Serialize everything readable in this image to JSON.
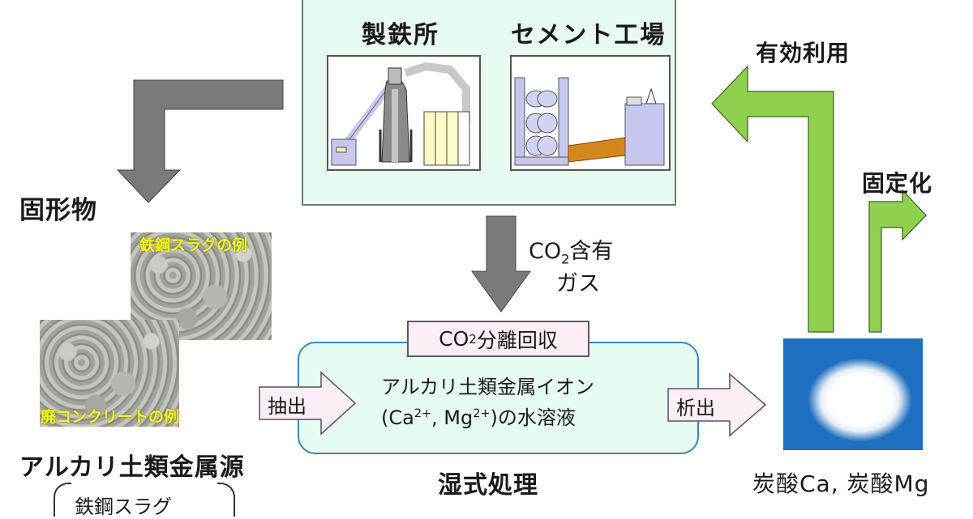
{
  "plants": {
    "steelworks_label": "製鉄所",
    "cement_label": "セメント工場"
  },
  "solids_label": "固形物",
  "photos": {
    "slag_caption": "鉄鋼スラグの例",
    "concrete_caption": "廃コンクリートの例"
  },
  "alkaline_source": {
    "title": "アルカリ土類金属源",
    "items": [
      "鉄鋼スラグ"
    ]
  },
  "co2_gas": {
    "line1_prefix": "CO",
    "line1_sub": "2",
    "line1_suffix": "含有",
    "line2": "ガス"
  },
  "co2_separation": {
    "prefix": "CO",
    "sub": "2",
    "suffix": "分離回収"
  },
  "wet_process": {
    "line1": "アルカリ土類金属イオン",
    "line2_open": "(Ca",
    "ca_sup": "2+",
    "line2_mid": ", Mg",
    "mg_sup": "2+",
    "line2_close": ")の水溶液",
    "title": "湿式処理"
  },
  "arrows": {
    "extraction": "抽出",
    "precipitation": "析出"
  },
  "product": {
    "label": "炭酸Ca, 炭酸Mg"
  },
  "outputs": {
    "utilization": "有効利用",
    "fixation": "固定化"
  },
  "colors": {
    "gray_arrow": "#7a7a7a",
    "green_arrow": "#8fd14f",
    "box_fill": "#e6fbf1",
    "box_border": "#3a86b8",
    "tag_fill": "#fbeef6",
    "powder_bg": "#1f6fc0",
    "caption_yellow": "#f5f528"
  }
}
